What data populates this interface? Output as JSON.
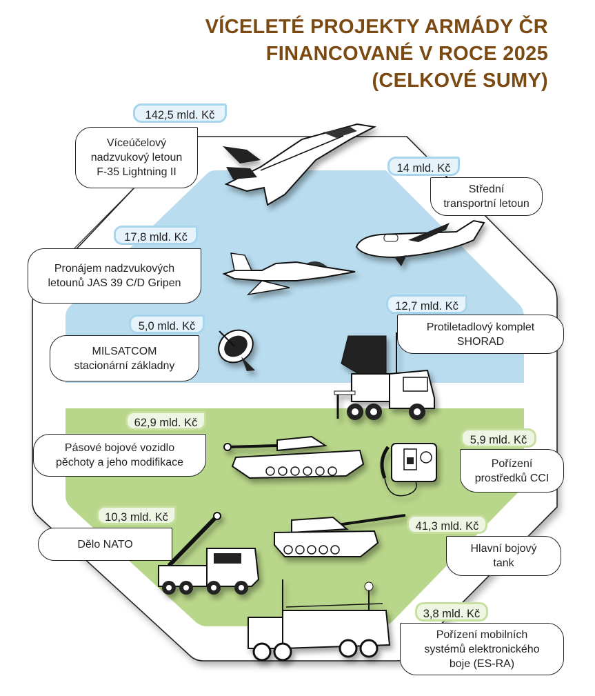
{
  "title": {
    "line1": "VÍCELETÉ PROJEKTY ARMÁDY ČR",
    "line2": "FINANCOVANÉ V ROCE 2025",
    "line3": "(CELKOVÉ SUMY)"
  },
  "colors": {
    "title": "#7b4a12",
    "air_zone": "#b9dcef",
    "ground_zone": "#b9d78a"
  },
  "projects": [
    {
      "amount": "142,5 mld. Kč",
      "lines": [
        "Víceúčelový",
        "nadzvukový letoun",
        "F-35 Lightning II"
      ],
      "icon": "fighter-jet-f35-icon"
    },
    {
      "amount": "14 mld. Kč",
      "lines": [
        "Střední",
        "transportní letoun"
      ],
      "icon": "transport-aircraft-icon"
    },
    {
      "amount": "17,8 mld. Kč",
      "lines": [
        "Pronájem nadzvukových",
        "letounů JAS 39 C/D Gripen"
      ],
      "icon": "fighter-jet-gripen-icon"
    },
    {
      "amount": "5,0 mld. Kč",
      "lines": [
        "MILSATCOM",
        "stacionární základny"
      ],
      "icon": "satellite-dish-icon"
    },
    {
      "amount": "12,7 mld. Kč",
      "lines": [
        "Protiletadlový komplet",
        "SHORAD"
      ],
      "icon": "air-defense-truck-icon"
    },
    {
      "amount": "62,9 mld. Kč",
      "lines": [
        "Pásové bojové vozidlo",
        "pěchoty a jeho modifikace"
      ],
      "icon": "infantry-fighting-vehicle-icon"
    },
    {
      "amount": "5,9 mld. Kč",
      "lines": [
        "Pořízení",
        "prostředků CCI"
      ],
      "icon": "field-telephone-icon"
    },
    {
      "amount": "10,3 mld. Kč",
      "lines": [
        "Dělo NATO"
      ],
      "icon": "howitzer-truck-icon"
    },
    {
      "amount": "41,3 mld. Kč",
      "lines": [
        "Hlavní bojový",
        "tank"
      ],
      "icon": "main-battle-tank-icon"
    },
    {
      "amount": "3,8 mld. Kč",
      "lines": [
        "Pořízení mobilních",
        "systémů elektronického",
        "boje (ES-RA)"
      ],
      "icon": "electronic-warfare-truck-icon"
    }
  ]
}
